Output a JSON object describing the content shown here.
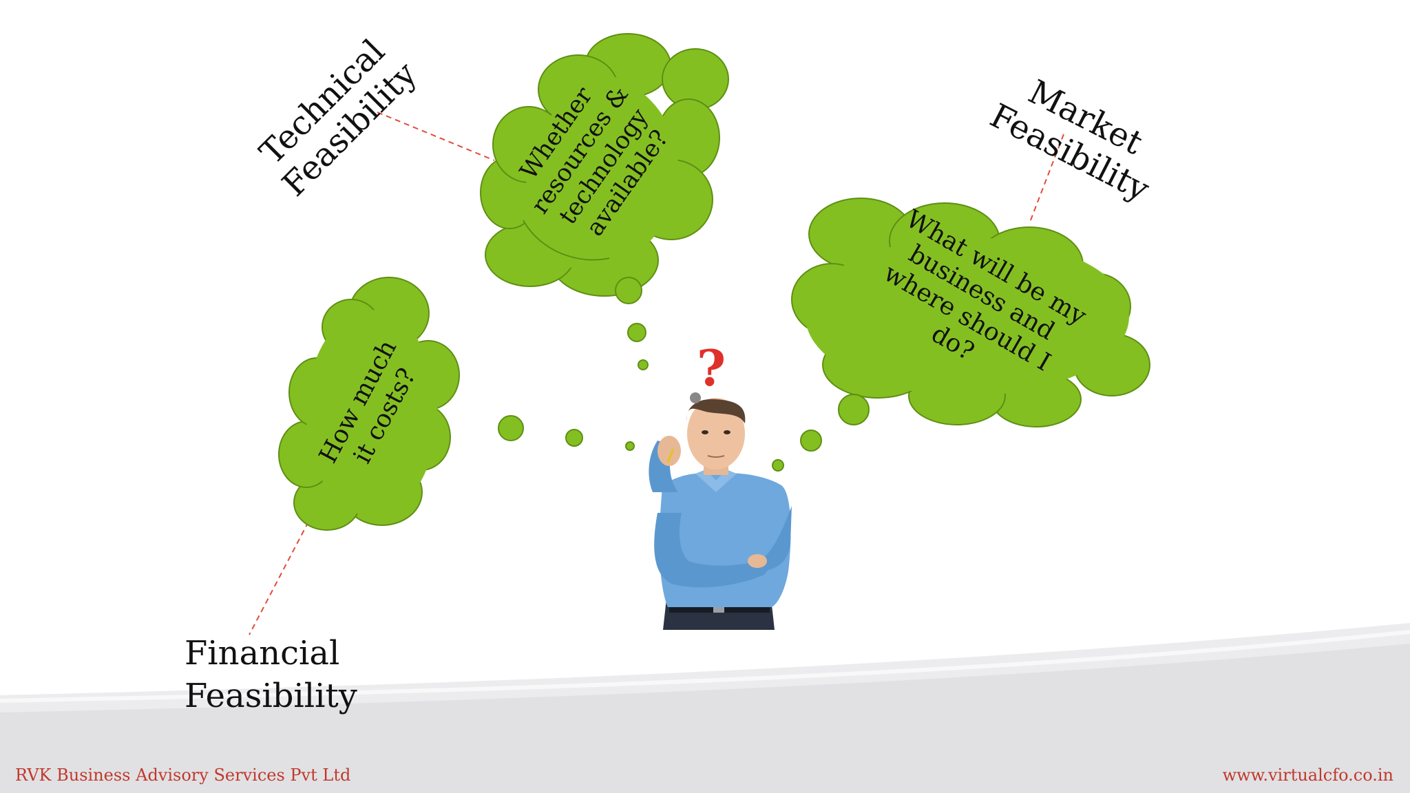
{
  "diagram": {
    "labels": {
      "technical_line1": "Technical",
      "technical_line2": "Feasibility",
      "market_line1": "Market",
      "market_line2": "Feasibility",
      "financial_line1": "Financial",
      "financial_line2": "Feasibility"
    },
    "clouds": {
      "technical": [
        "Whether",
        "resources &",
        "technology",
        "available?"
      ],
      "market": [
        "What will be my",
        "business and",
        "where should I",
        "do?"
      ],
      "financial": [
        "How much",
        "it costs?"
      ]
    },
    "question_mark": "?",
    "colors": {
      "cloud_fill": "#84bf22",
      "cloud_stroke": "#5e8f12",
      "dashed_line": "#e14b3b",
      "shirt": "#6fa8dc",
      "question": "#e0302a"
    }
  },
  "footer": {
    "company": "RVK Business Advisory Services Pvt Ltd",
    "website": "www.virtualcfo.co.in"
  }
}
